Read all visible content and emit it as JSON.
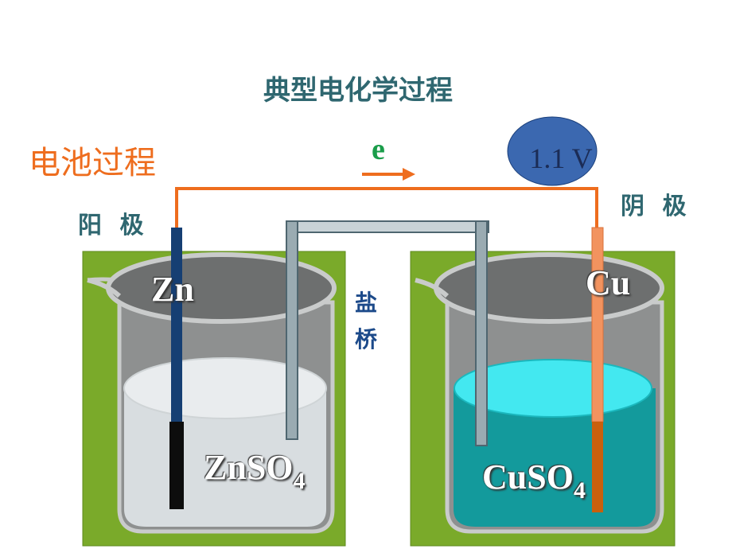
{
  "title": "典型电化学过程",
  "process_label": "电池过程",
  "electron_symbol": "e",
  "voltmeter": {
    "reading": "1.1 V"
  },
  "anode": {
    "label": "阳 极",
    "electrode": "Zn",
    "solution_base": "ZnSO",
    "solution_sub": "4"
  },
  "cathode": {
    "label": "阴 极",
    "electrode": "Cu",
    "solution_base": "CuSO",
    "solution_sub": "4"
  },
  "salt_bridge": {
    "char1": "盐",
    "char2": "桥"
  },
  "colors": {
    "wire": "#ee6d1e",
    "background_panel": "#7aaa2a",
    "zn_solution": "#d8dde0",
    "cu_solution": "#139a9c",
    "voltmeter": "#3b68b0",
    "zn_rod": "#163f73",
    "cu_rod": "#f2935f"
  }
}
